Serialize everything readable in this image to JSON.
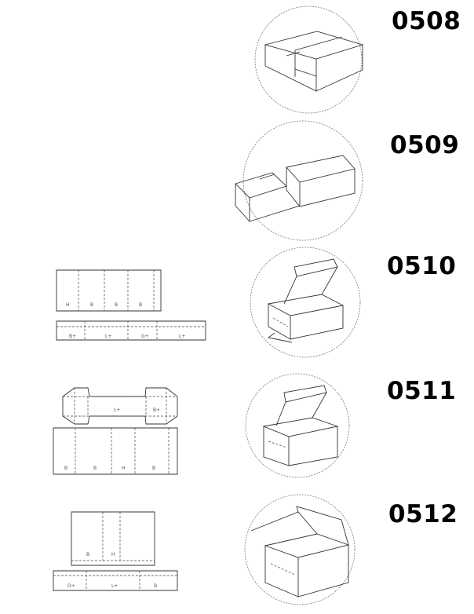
{
  "catalog": {
    "items": [
      {
        "code": "0508"
      },
      {
        "code": "0509"
      },
      {
        "code": "0510"
      },
      {
        "code": "0511"
      },
      {
        "code": "0512"
      }
    ]
  },
  "colors": {
    "ink": "#333333",
    "background": "#ffffff",
    "circle": "#777777"
  }
}
